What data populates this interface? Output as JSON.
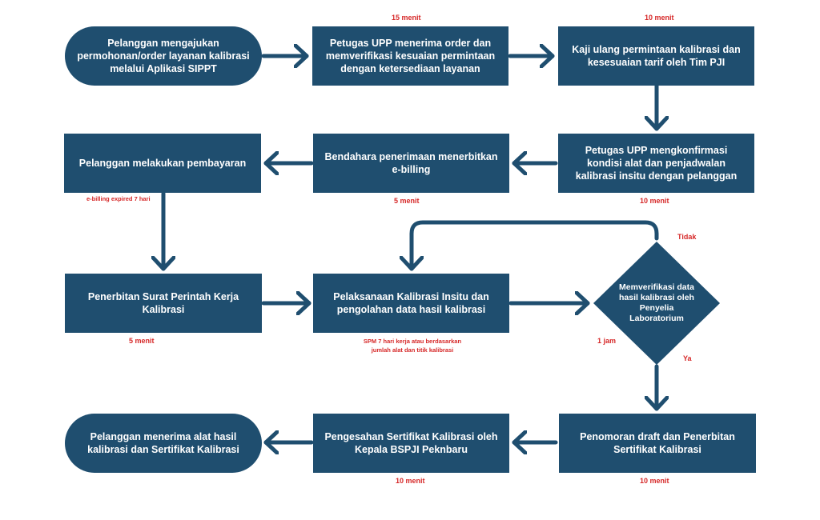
{
  "colors": {
    "node": "#1f4e6f",
    "note": "#d62828",
    "background": "#ffffff"
  },
  "nodes": [
    {
      "id": "n1",
      "shape": "pill",
      "text": "Pelanggan mengajukan permohonan/order layanan kalibrasi melalui Aplikasi SIPPT"
    },
    {
      "id": "n2",
      "shape": "rect",
      "text": "Petugas UPP menerima order dan memverifikasi kesuaian permintaan dengan ketersediaan layanan"
    },
    {
      "id": "n3",
      "shape": "rect",
      "text": "Kaji ulang permintaan kalibrasi dan kesesuaian tarif oleh Tim PJI"
    },
    {
      "id": "n4",
      "shape": "rect",
      "text": "Petugas UPP mengkonfirmasi kondisi alat dan penjadwalan kalibrasi insitu dengan pelanggan"
    },
    {
      "id": "n5",
      "shape": "rect",
      "text": "Bendahara penerimaan menerbitkan e-billing"
    },
    {
      "id": "n6",
      "shape": "rect",
      "text": "Pelanggan melakukan pembayaran"
    },
    {
      "id": "n7",
      "shape": "rect",
      "text": "Penerbitan Surat Perintah Kerja Kalibrasi"
    },
    {
      "id": "n8",
      "shape": "rect",
      "text": "Pelaksanaan Kalibrasi Insitu dan pengolahan data hasil kalibrasi"
    },
    {
      "id": "n9",
      "shape": "diamond",
      "text": "Memverifikasi data hasil kalibrasi oleh Penyelia Laboratorium"
    },
    {
      "id": "n10",
      "shape": "rect",
      "text": "Penomoran draft dan Penerbitan Sertifikat Kalibrasi"
    },
    {
      "id": "n11",
      "shape": "rect",
      "text": "Pengesahan Sertifikat Kalibrasi oleh Kepala BSPJI Peknbaru"
    },
    {
      "id": "n12",
      "shape": "pill",
      "text": "Pelanggan menerima alat hasil kalibrasi dan Sertifikat Kalibrasi"
    }
  ],
  "notes": {
    "n2_time": "15 menit",
    "n3_time": "10 menit",
    "n4_time": "10 menit",
    "n5_time": "5 menit",
    "n6_note": "e-billing expired 7 hari",
    "n7_time": "5 menit",
    "n8_note": "SPM 7 hari kerja atau berdasarkan jumlah alat dan titik kalibrasi",
    "n9_time": "1 jam",
    "n10_time": "10 menit",
    "n11_time": "10 menit"
  },
  "branches": {
    "no": "Tidak",
    "yes": "Ya"
  }
}
